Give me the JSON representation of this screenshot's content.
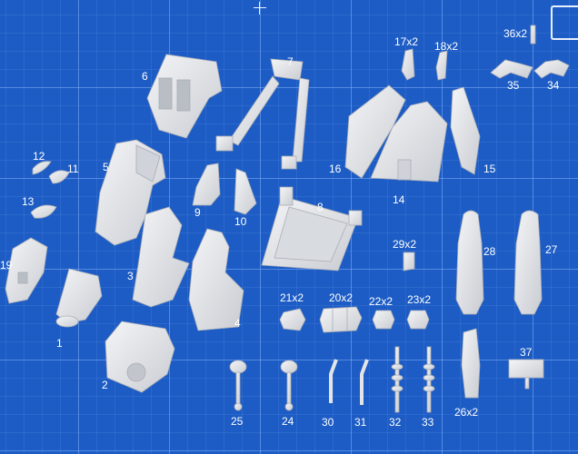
{
  "colors": {
    "background": "#1d5cc4",
    "grid": "#8cb9ff",
    "part": "#e2e4e8",
    "label": "#ffffff"
  },
  "labels": {
    "p1": "1",
    "p2": "2",
    "p3": "3",
    "p4": "4",
    "p5": "5",
    "p6": "6",
    "p7": "7",
    "p8": "8",
    "p9": "9",
    "p10": "10",
    "p11": "11",
    "p12": "12",
    "p13": "13",
    "p14": "14",
    "p15": "15",
    "p16": "16",
    "p17": "17x2",
    "p18": "18x2",
    "p19": "19",
    "p20": "20x2",
    "p21": "21x2",
    "p22": "22x2",
    "p23": "23x2",
    "p24": "24",
    "p25": "25",
    "p26": "26x2",
    "p27": "27",
    "p28": "28",
    "p29": "29x2",
    "p30": "30",
    "p31": "31",
    "p32": "32",
    "p33": "33",
    "p34": "34",
    "p35": "35",
    "p36": "36x2",
    "p37": "37"
  }
}
